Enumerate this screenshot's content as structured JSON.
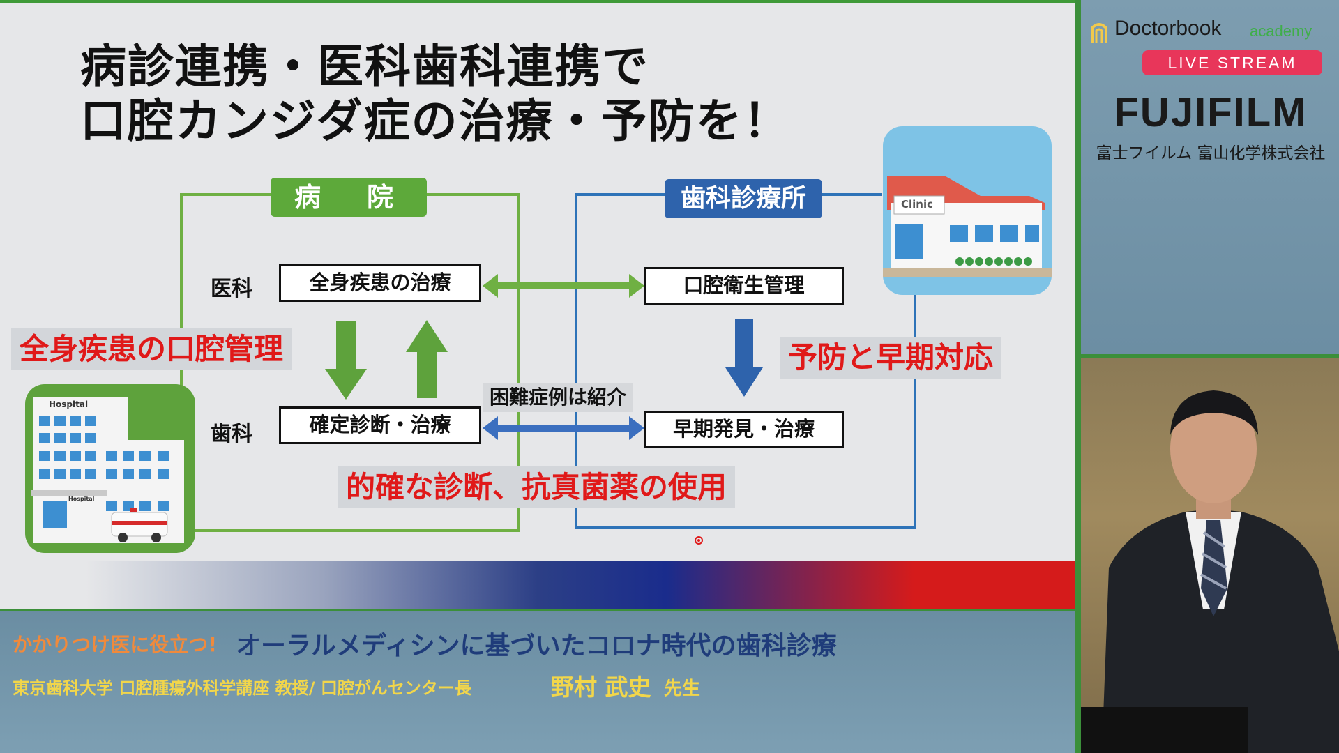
{
  "slide": {
    "title_line1": "病診連携・医科歯科連携で",
    "title_line2": "口腔カンジダ症の治療・予防を！",
    "hospital_label": "病　院",
    "clinic_label": "歯科診療所",
    "row_medical": "医科",
    "row_dental": "歯科",
    "box_systemic": "全身疾患の治療",
    "box_oral_hygiene": "口腔衛生管理",
    "box_diagnosis": "確定診断・治療",
    "box_early": "早期発見・治療",
    "referral_label": "困難症例は紹介",
    "callout_systemic_oral": "全身疾患の口腔管理",
    "callout_prevention": "予防と早期対応",
    "callout_diagnosis": "的確な診断、抗真菌薬の使用",
    "hospital_sign": "Hospital",
    "hospital_sign_small": "Hospital",
    "clinic_sign": "Clinic"
  },
  "sponsor": {
    "brand": "Doctorbook",
    "brand_suffix": "academy",
    "live_badge": "LIVE STREAM",
    "sponsor_logo": "FUJIFILM",
    "sponsor_company": "富士フイルム 富山化学株式会社"
  },
  "lower_third": {
    "series_prefix": "かかりつけ医に役立つ!",
    "series_title": "オーラルメディシンに基づいたコロナ時代の歯科診療",
    "speaker_affiliation": "東京歯科大学 口腔腫瘍外科学講座 教授/ 口腔がんセンター長",
    "speaker_name": "野村 武史",
    "speaker_honorific": "先生"
  },
  "colors": {
    "accent_green": "#3b8f3a",
    "hospital_green": "#5da93a",
    "clinic_blue": "#2e63ac",
    "callout_red": "#e01919",
    "live_red": "#e8365a",
    "lower_orange": "#f08a3c",
    "lower_navy": "#1f3c7a",
    "lower_yellow": "#f2d64a"
  }
}
